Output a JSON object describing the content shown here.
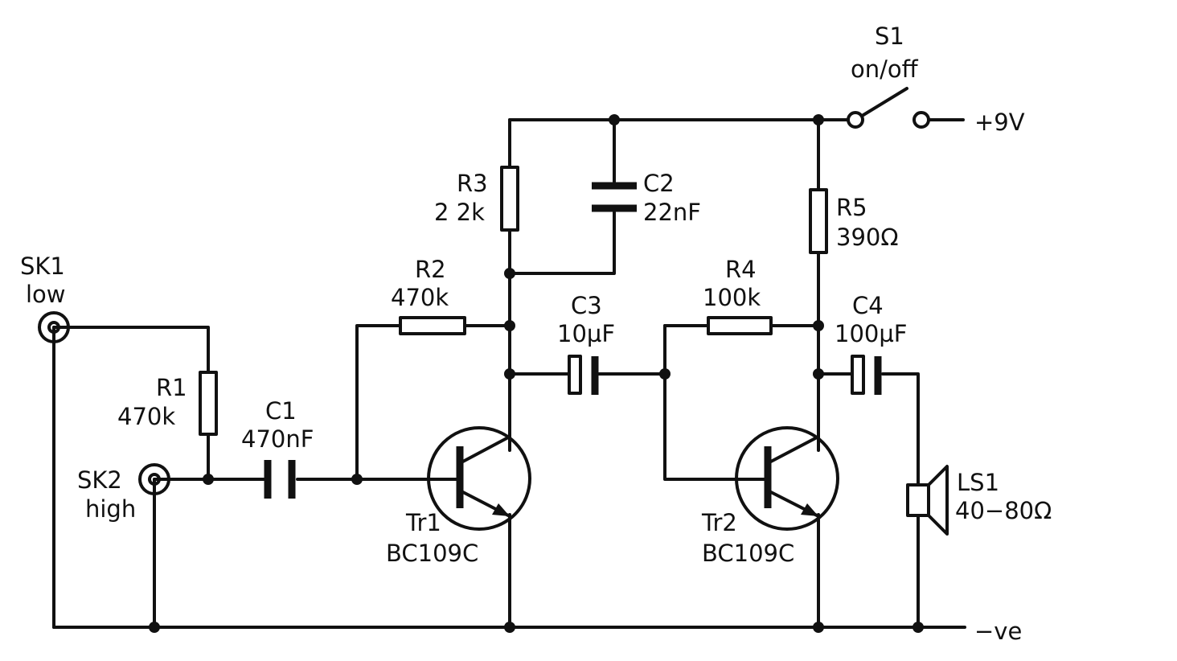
{
  "components": {
    "s1": {
      "ref": "S1",
      "value": "on/off"
    },
    "supply_pos": "+9V",
    "supply_neg": "−ve",
    "r1": {
      "ref": "R1",
      "value": "470k"
    },
    "r2": {
      "ref": "R2",
      "value": "470k"
    },
    "r3": {
      "ref": "R3",
      "value": "2 2k"
    },
    "r4": {
      "ref": "R4",
      "value": "100k"
    },
    "r5": {
      "ref": "R5",
      "value": "390Ω"
    },
    "c1": {
      "ref": "C1",
      "value": "470nF"
    },
    "c2": {
      "ref": "C2",
      "value": "22nF"
    },
    "c3": {
      "ref": "C3",
      "value": "10µF"
    },
    "c4": {
      "ref": "C4",
      "value": "100µF"
    },
    "tr1": {
      "ref": "Tr1",
      "value": "BC109C"
    },
    "tr2": {
      "ref": "Tr2",
      "value": "BC109C"
    },
    "sk1": {
      "ref": "SK1",
      "value": "low"
    },
    "sk2": {
      "ref": "SK2",
      "value": "high"
    },
    "ls1": {
      "ref": "LS1",
      "value": "40−80Ω"
    }
  }
}
